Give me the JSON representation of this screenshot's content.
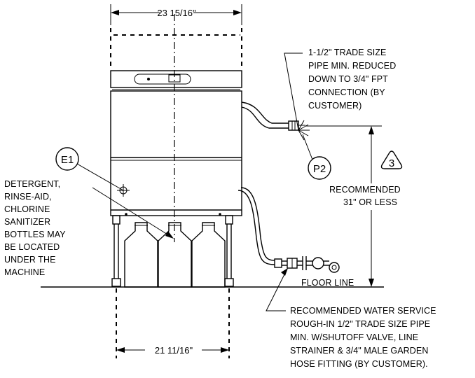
{
  "dimensions": {
    "top_width": "23 15/16\"",
    "bottom_width": "21 11/16\""
  },
  "callouts": {
    "e1": "E1",
    "p2": "P2",
    "three": "3"
  },
  "notes": {
    "drain": [
      "1-1/2\" TRADE SIZE",
      "PIPE MIN. REDUCED",
      "DOWN TO 3/4\" FPT",
      "CONNECTION (BY",
      "CUSTOMER)"
    ],
    "height": [
      "RECOMMENDED",
      "31\" OR LESS"
    ],
    "bottles": [
      "DETERGENT,",
      "RINSE-AID,",
      "CHLORINE",
      "SANITIZER",
      "BOTTLES MAY",
      "BE LOCATED",
      "UNDER THE",
      "MACHINE"
    ],
    "floor_line": "FLOOR LINE",
    "water": [
      "RECOMMENDED WATER SERVICE",
      "ROUGH-IN 1/2\" TRADE SIZE PIPE",
      "MIN. W/SHUTOFF VALVE, LINE",
      "STRAINER & 3/4\" MALE GARDEN",
      "HOSE FITTING (BY CUSTOMER)."
    ]
  }
}
